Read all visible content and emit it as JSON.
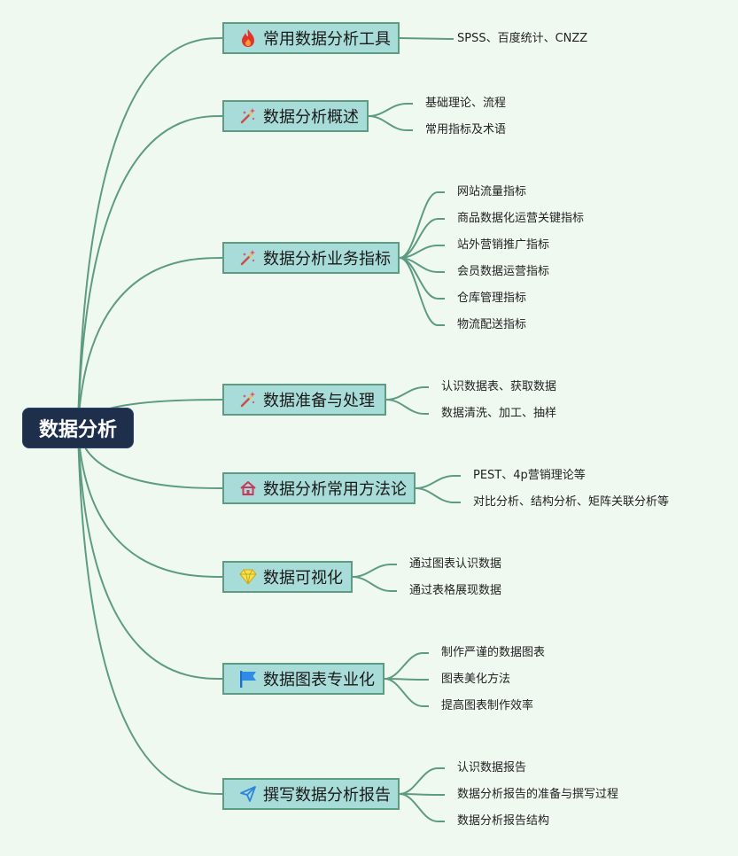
{
  "root": {
    "label": "数据分析"
  },
  "colors": {
    "line": "#5d9b82",
    "node_fill": "#a8dcd8",
    "root_fill": "#1e2f4c",
    "background": "#f0f9f0"
  },
  "branches": [
    {
      "label": "常用数据分析工具",
      "icon": "flame-icon",
      "children": [
        "SPSS、百度统计、CNZZ"
      ]
    },
    {
      "label": "数据分析概述",
      "icon": "magic-wand-icon",
      "children": [
        "基础理论、流程",
        "常用指标及术语"
      ]
    },
    {
      "label": "数据分析业务指标",
      "icon": "magic-wand-icon",
      "children": [
        "网站流量指标",
        "商品数据化运营关键指标",
        "站外营销推广指标",
        "会员数据运营指标",
        "仓库管理指标",
        "物流配送指标"
      ]
    },
    {
      "label": "数据准备与处理",
      "icon": "magic-wand-icon",
      "children": [
        "认识数据表、获取数据",
        "数据清洗、加工、抽样"
      ]
    },
    {
      "label": "数据分析常用方法论",
      "icon": "house-icon",
      "children": [
        "PEST、4p营销理论等",
        "对比分析、结构分析、矩阵关联分析等"
      ]
    },
    {
      "label": "数据可视化",
      "icon": "gem-icon",
      "children": [
        "通过图表认识数据",
        "通过表格展现数据"
      ]
    },
    {
      "label": "数据图表专业化",
      "icon": "flag-icon",
      "children": [
        "制作严谨的数据图表",
        "图表美化方法",
        "提高图表制作效率"
      ]
    },
    {
      "label": "撰写数据分析报告",
      "icon": "paper-plane-icon",
      "children": [
        "认识数据报告",
        "数据分析报告的准备与撰写过程",
        "数据分析报告结构"
      ]
    }
  ]
}
